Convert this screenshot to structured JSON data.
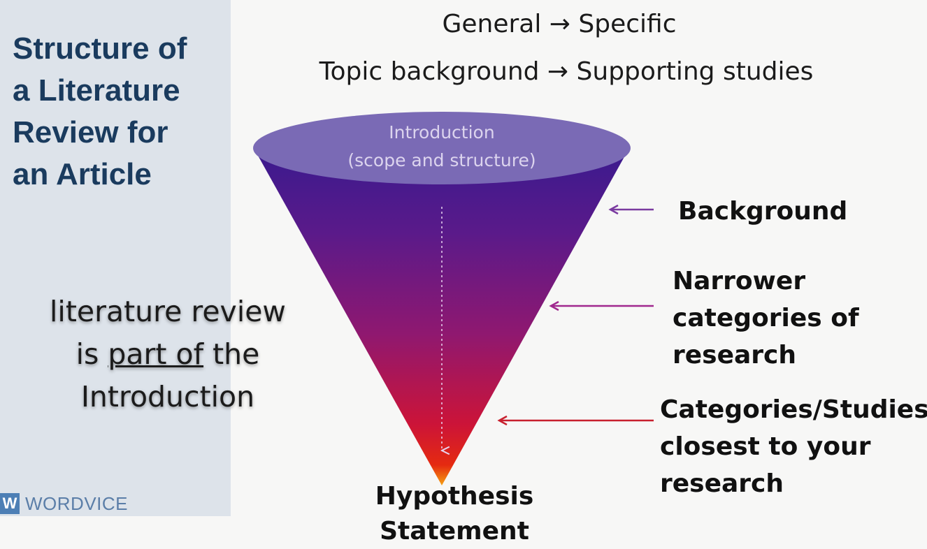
{
  "slide": {
    "title_lines": [
      "Structure of",
      "a Literature",
      "Review for",
      "an Article"
    ],
    "header": {
      "line1": "General → Specific",
      "line2": "Topic background → Supporting studies"
    },
    "note": {
      "line1": "literature review",
      "line2_pre": "is ",
      "line2_underlined": "part of",
      "line2_post": " the",
      "line3": "Introduction"
    },
    "funnel": {
      "top_label_line1": "Introduction",
      "top_label_line2": "(scope and structure)",
      "bottom_label": "Hypothesis Statement"
    },
    "levels": {
      "background": "Background",
      "narrower": [
        "Narrower",
        "categories of",
        "research"
      ],
      "closest": [
        "Categories/Studies",
        "closest to your",
        "research"
      ]
    },
    "logo": {
      "mark": "W",
      "text": "WORDVICE"
    }
  }
}
